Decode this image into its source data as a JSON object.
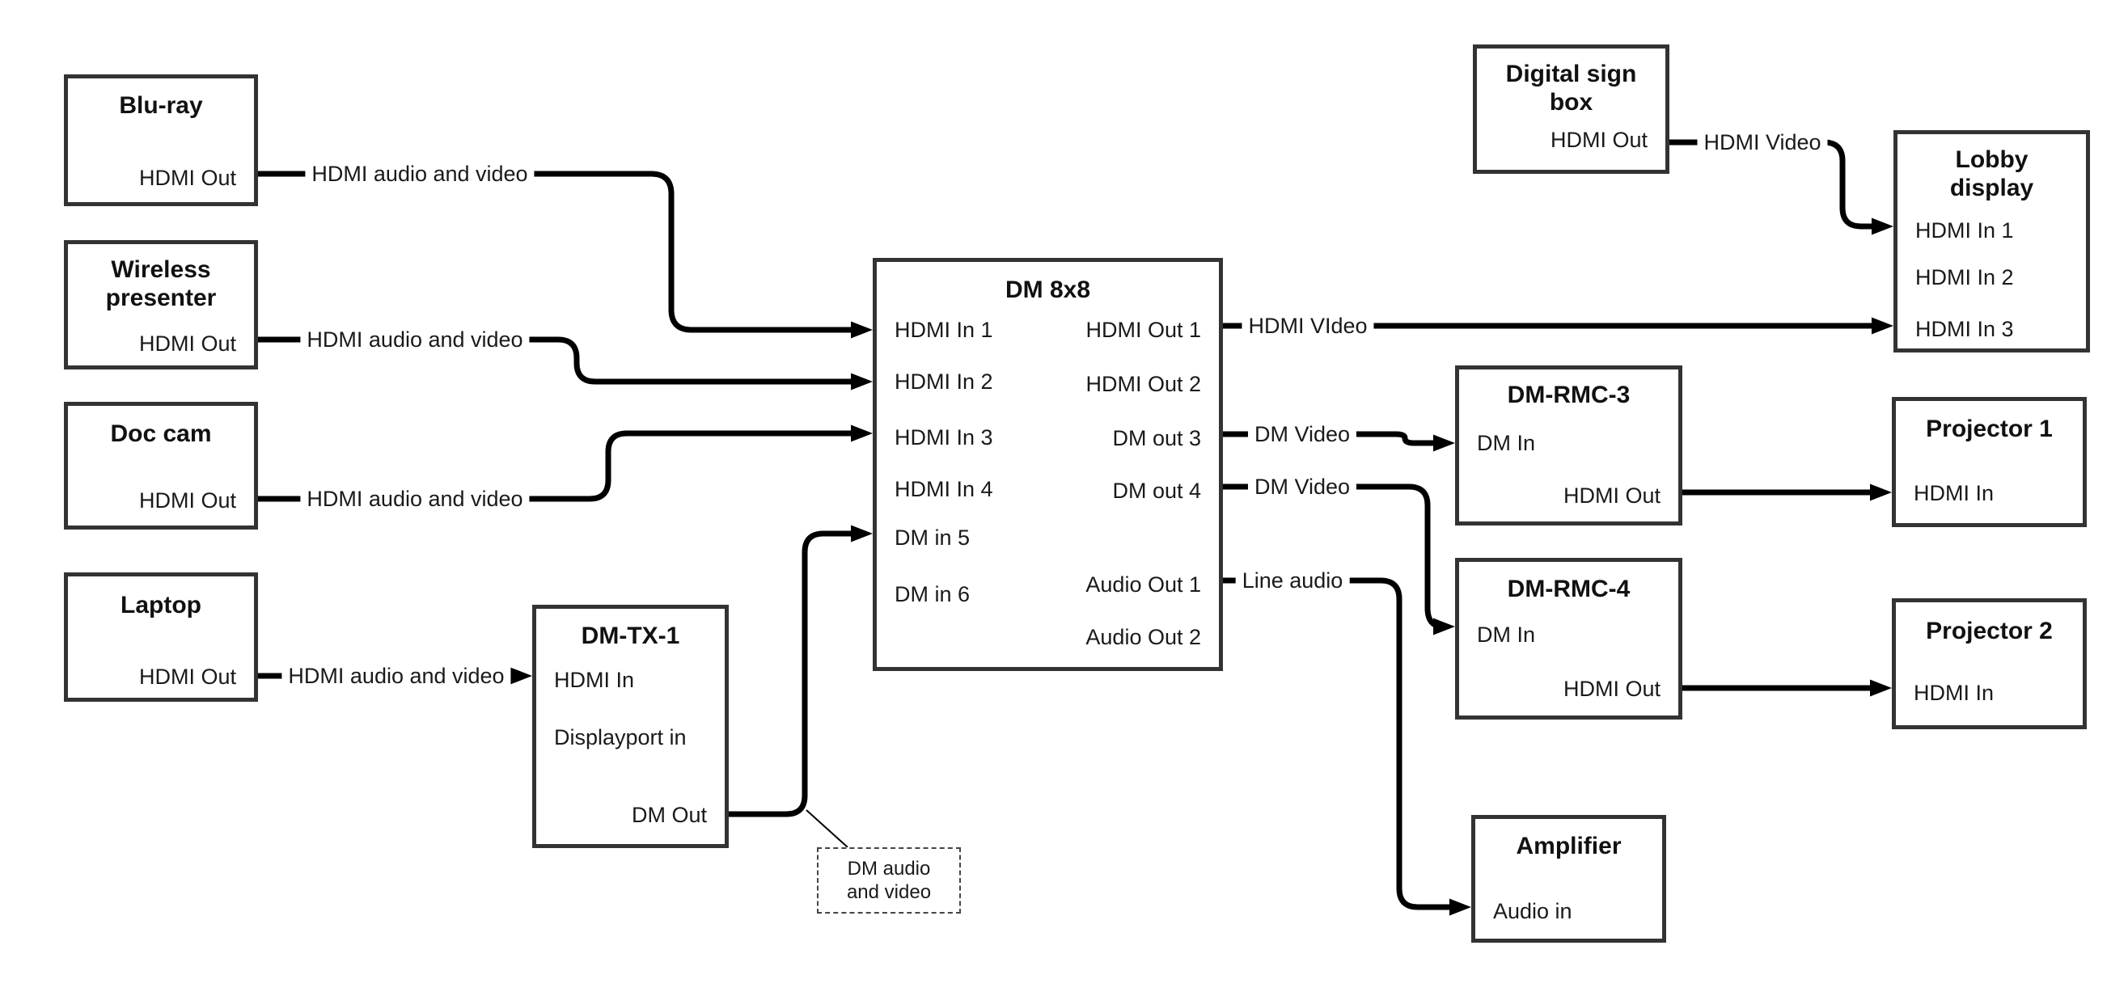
{
  "colors": {
    "background": "#ffffff",
    "box_border": "#333333",
    "line": "#000000",
    "text": "#1a1a1a"
  },
  "nodes": {
    "bluray": {
      "title": "Blu-ray",
      "ports": {
        "hdmi_out": "HDMI Out"
      }
    },
    "wireless": {
      "title": "Wireless presenter",
      "ports": {
        "hdmi_out": "HDMI Out"
      }
    },
    "doccam": {
      "title": "Doc cam",
      "ports": {
        "hdmi_out": "HDMI Out"
      }
    },
    "laptop": {
      "title": "Laptop",
      "ports": {
        "hdmi_out": "HDMI Out"
      }
    },
    "dmtx1": {
      "title": "DM-TX-1",
      "ports": {
        "hdmi_in": "HDMI In",
        "displayport_in": "Displayport in",
        "dm_out": "DM Out"
      }
    },
    "dm8x8": {
      "title": "DM 8x8",
      "ports": {
        "hdmi_in_1": "HDMI In 1",
        "hdmi_in_2": "HDMI In 2",
        "hdmi_in_3": "HDMI In 3",
        "hdmi_in_4": "HDMI In 4",
        "dm_in_5": "DM in 5",
        "dm_in_6": "DM in 6",
        "hdmi_out_1": "HDMI Out 1",
        "hdmi_out_2": "HDMI Out 2",
        "dm_out_3": "DM out 3",
        "dm_out_4": "DM out 4",
        "audio_out_1": "Audio Out 1",
        "audio_out_2": "Audio Out 2"
      }
    },
    "digital_sign": {
      "title": "Digital sign box",
      "ports": {
        "hdmi_out": "HDMI Out"
      }
    },
    "lobby": {
      "title": "Lobby display",
      "ports": {
        "hdmi_in_1": "HDMI In 1",
        "hdmi_in_2": "HDMI In 2",
        "hdmi_in_3": "HDMI In 3"
      }
    },
    "dmrmc3": {
      "title": "DM-RMC-3",
      "ports": {
        "dm_in": "DM In",
        "hdmi_out": "HDMI Out"
      }
    },
    "dmrmc4": {
      "title": "DM-RMC-4",
      "ports": {
        "dm_in": "DM In",
        "hdmi_out": "HDMI Out"
      }
    },
    "projector1": {
      "title": "Projector 1",
      "ports": {
        "hdmi_in": "HDMI In"
      }
    },
    "projector2": {
      "title": "Projector 2",
      "ports": {
        "hdmi_in": "HDMI In"
      }
    },
    "amplifier": {
      "title": "Amplifier",
      "ports": {
        "audio_in": "Audio in"
      }
    }
  },
  "links": {
    "bluray_to_dm8x8": {
      "label": "HDMI audio and video"
    },
    "wireless_to_dm8x8": {
      "label": "HDMI audio and video"
    },
    "doccam_to_dm8x8": {
      "label": "HDMI audio and video"
    },
    "laptop_to_dmtx1": {
      "label": "HDMI audio and video"
    },
    "dm8x8_to_lobby": {
      "label": "HDMI VIdeo"
    },
    "digital_sign_to_lobby": {
      "label": "HDMI Video"
    },
    "dm8x8_to_dmrmc3": {
      "label": "DM Video"
    },
    "dm8x8_to_dmrmc4": {
      "label": "DM Video"
    },
    "dm8x8_to_amplifier": {
      "label": "Line audio"
    }
  },
  "note": {
    "text": "DM audio and video"
  }
}
